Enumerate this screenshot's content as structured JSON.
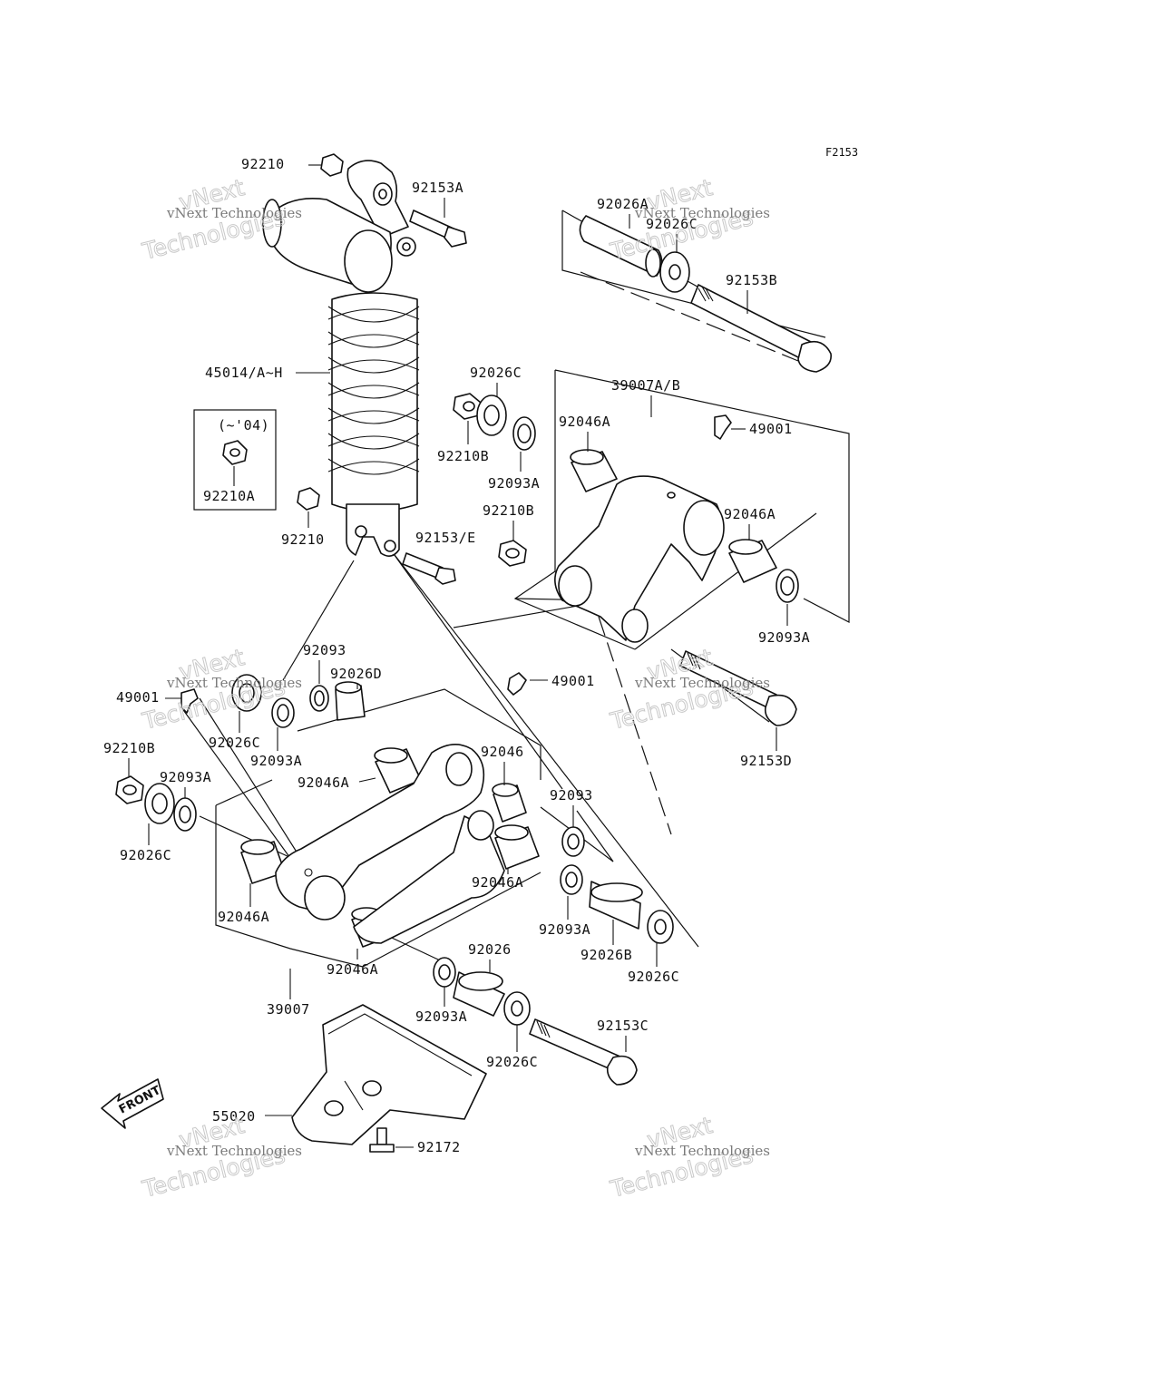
{
  "figure_id": "F2153",
  "callouts": [
    "92210",
    "92153A",
    "92026A",
    "92026C",
    "92153B",
    "45014/A~H",
    "92026C",
    "39007A/B",
    "92046A",
    "49001",
    "(~'04)",
    "92210A",
    "92210B",
    "92093A",
    "92210B",
    "92046A",
    "92210",
    "92153/E",
    "92093A",
    "92093",
    "92026D",
    "49001",
    "49001",
    "92026C",
    "92093A",
    "92046",
    "92153D",
    "92210B",
    "92093A",
    "92046A",
    "92093",
    "92026C",
    "92046A",
    "92046A",
    "92093A",
    "92026B",
    "92026",
    "92046A",
    "92026C",
    "39007",
    "92093A",
    "92153C",
    "92026C",
    "55020",
    "92172"
  ],
  "front_label": "FRONT",
  "watermark": {
    "small": "vNext Technologies",
    "big_line1": "vNext",
    "big_line2": "Technologies"
  }
}
